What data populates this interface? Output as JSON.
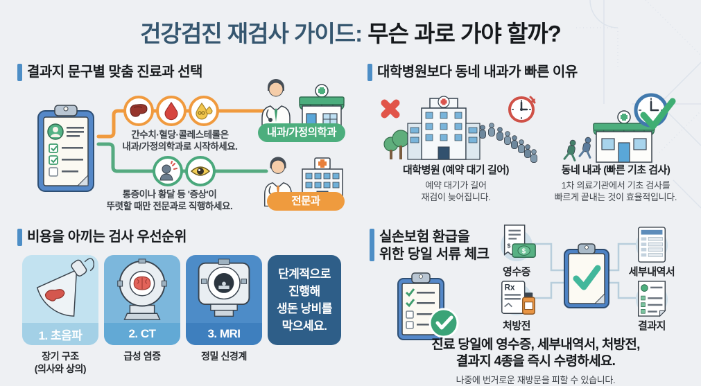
{
  "title": {
    "part1": "건강검진 재검사 가이드:",
    "part2": " 무슨 과로 가야 할까?"
  },
  "colors": {
    "background": "#eef0f3",
    "accent_bar_blue": "#4d8ec6",
    "title_blue": "#35566f",
    "green": "#4cae7d",
    "orange": "#f09a3e",
    "card1_blue": "#c2e2f0",
    "card2_blue": "#7cb7dc",
    "card3_blue": "#4d8cc8",
    "card4_navy": "#2e5e88",
    "check_teal": "#41b79b",
    "red": "#e15449"
  },
  "icons": {
    "clipboard-checklist": "clipboard with avatar and checked items",
    "liver": "liver organ",
    "blood-drop": "blood drop",
    "cholesterol": "fat droplets",
    "symptom-person": "person with pain marks",
    "eye": "jaundiced eye",
    "doctor": "doctor with tie",
    "clinic": "clinic storefront with green cross",
    "hospital": "hospital building with cross",
    "x-mark": "red X",
    "clock": "red clock",
    "clock-check": "clock with green check",
    "queue": "waiting line of people",
    "runners": "people hurrying",
    "ultrasound": "ultrasound probe scan",
    "ct-scanner": "CT scanner",
    "mri-machine": "MRI machine",
    "receipt": "receipt with cash",
    "detail-statement": "itemized statement",
    "prescription": "Rx paper with medicine bottle",
    "result-sheet": "result report",
    "clipboard-check": "clipboard with big teal check",
    "checklist-badge": "checklist clipboard with green check badge"
  },
  "sections": {
    "dept_select": {
      "heading": "결과지 문구별 맞춤 진료과 선택",
      "row1_text_line1": "간수치·혈당·콜레스테롤은",
      "row1_text_line2": "내과/가정의학과로 시작하세요.",
      "row1_label": "내과/가정의학과",
      "row2_text_line1": "통증이나 황달 등 '증상'이",
      "row2_text_line2": "뚜렷할 때만 전문과로 직행하세요.",
      "row2_label": "전문과"
    },
    "clinic_faster": {
      "heading": "대학병원보다 동네 내과가 빠른 이유",
      "left_title": "대학병원 (예약 대기 길어)",
      "left_line1": "예약 대기가 길어",
      "left_line2": "재검이 늦어집니다.",
      "right_title": "동네 내과 (빠른 기초 검사)",
      "right_line1": "1차 의료기관에서 기초 검사를",
      "right_line2": "빠르게 끝내는 것이 효율적입니다."
    },
    "cost_priority": {
      "heading": "비용을 아끼는 검사 우선순위",
      "cards": [
        {
          "label": "1. 초음파",
          "caption_line1": "장기 구조",
          "caption_line2": "(의사와 상의)"
        },
        {
          "label": "2. CT",
          "caption_line1": "급성 염증",
          "caption_line2": ""
        },
        {
          "label": "3. MRI",
          "caption_line1": "정밀 신경계",
          "caption_line2": ""
        }
      ],
      "note_lines": [
        "단계적으로",
        "진행해",
        "생돈 낭비를",
        "막으세요."
      ]
    },
    "documents": {
      "heading_line1": "실손보험 환급을",
      "heading_line2": "위한 당일 서류 체크",
      "items": [
        {
          "label": "영수증"
        },
        {
          "label": "세부내역서"
        },
        {
          "label": "처방전"
        },
        {
          "label": "결과지"
        }
      ],
      "footer_bold_line1": "진료 당일에 영수증, 세부내역서, 처방전,",
      "footer_bold_line2": "결과지 4종을 즉시 수령하세요.",
      "footer_small": "나중에 번거로운 재방문을 피할 수 있습니다."
    }
  }
}
